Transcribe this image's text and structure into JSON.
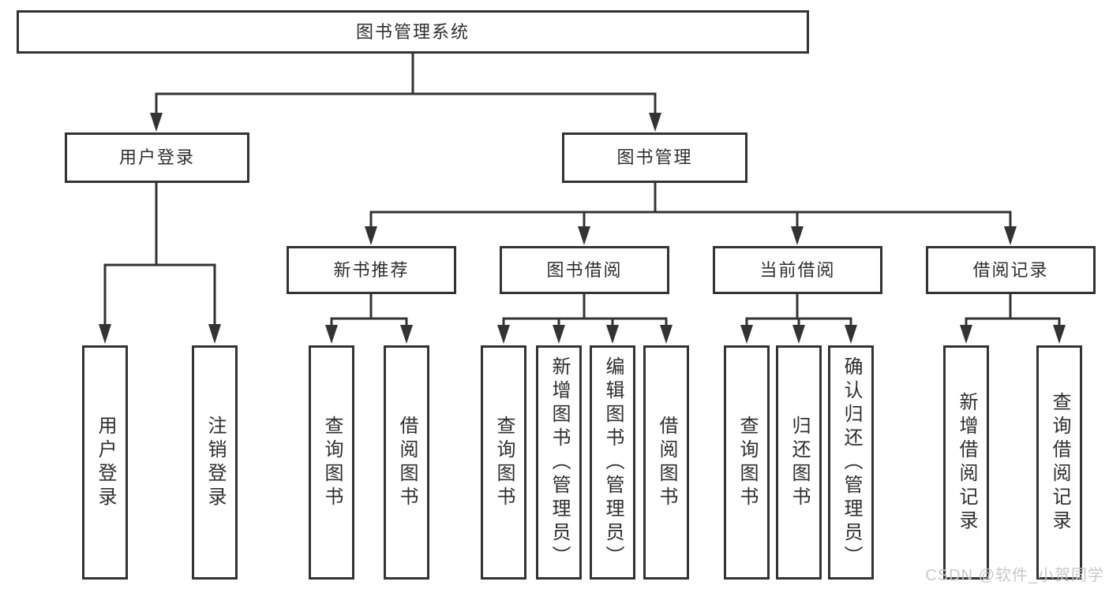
{
  "tree": {
    "root": {
      "label": "图书管理系统",
      "children": [
        {
          "label": "用户登录",
          "children": [
            {
              "label": "用户登录"
            },
            {
              "label": "注销登录"
            }
          ]
        },
        {
          "label": "图书管理",
          "children": [
            {
              "label": "新书推荐",
              "children": [
                {
                  "label": "查询图书"
                },
                {
                  "label": "借阅图书"
                }
              ]
            },
            {
              "label": "图书借阅",
              "children": [
                {
                  "label": "查询图书"
                },
                {
                  "label": "新增图书（管理员）"
                },
                {
                  "label": "编辑图书（管理员）"
                },
                {
                  "label": "借阅图书"
                }
              ]
            },
            {
              "label": "当前借阅",
              "children": [
                {
                  "label": "查询图书"
                },
                {
                  "label": "归还图书"
                },
                {
                  "label": "确认归还（管理员）"
                }
              ]
            },
            {
              "label": "借阅记录",
              "children": [
                {
                  "label": "新增借阅记录"
                },
                {
                  "label": "查询借阅记录"
                }
              ]
            }
          ]
        }
      ]
    }
  },
  "watermark": "CSDN @软件_小贺同学",
  "colors": {
    "line": "#333333",
    "text": "#2e2e2e",
    "watermark": "#c8c8c8",
    "box_background": "#ffffff",
    "page_background": "#ffffff"
  }
}
